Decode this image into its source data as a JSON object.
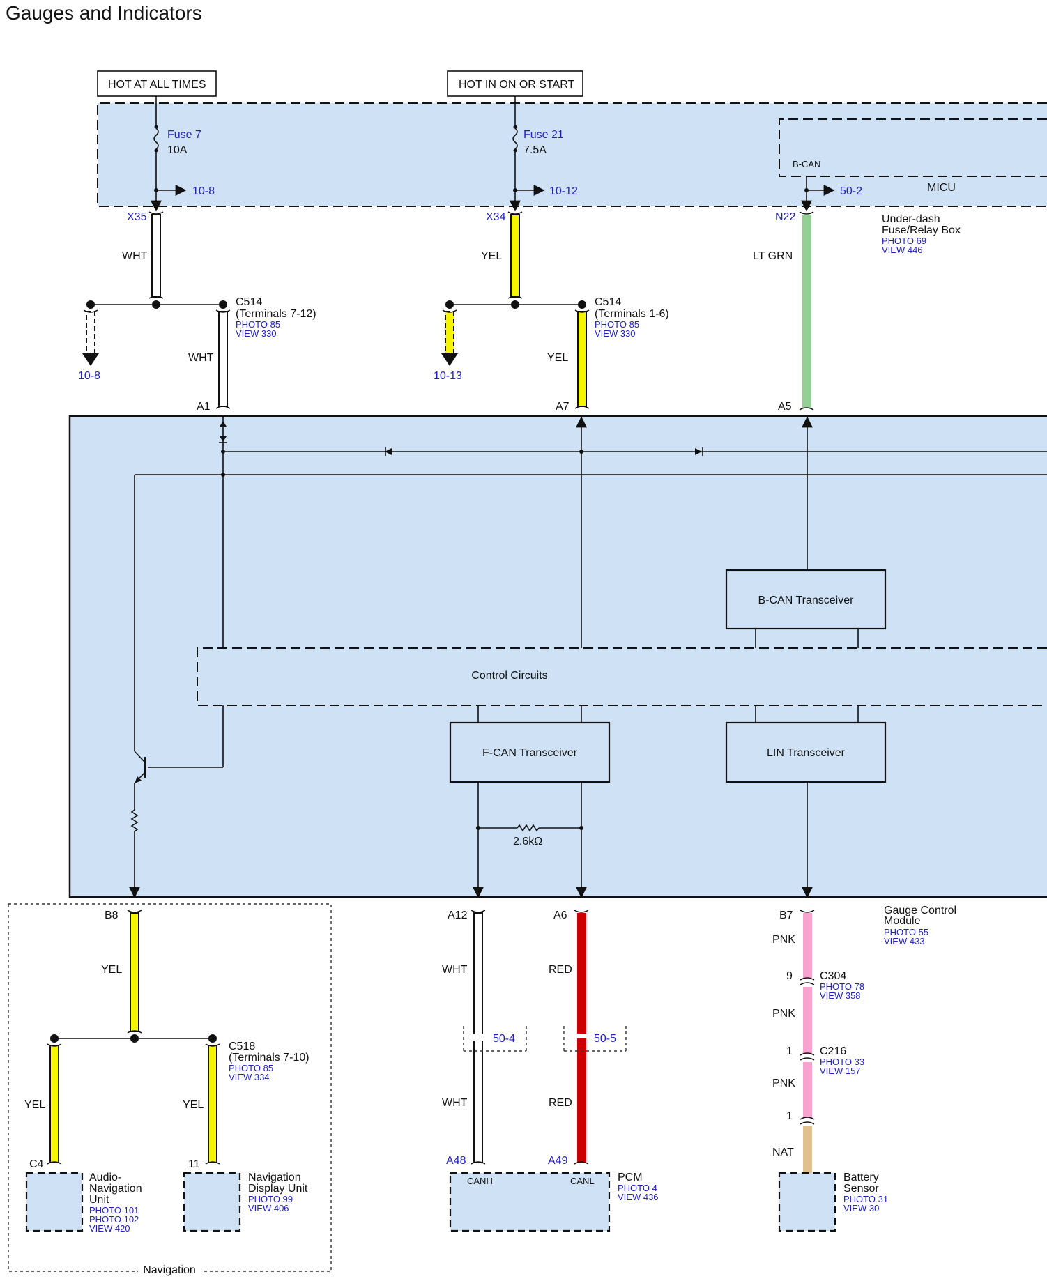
{
  "title": "Gauges and Indicators",
  "power": {
    "hot_at_all_times": "HOT AT ALL TIMES",
    "hot_in_on_or_start": "HOT IN ON OR START"
  },
  "fuse7": {
    "name": "Fuse 7",
    "rating": "10A",
    "ref": "10-8"
  },
  "fuse21": {
    "name": "Fuse 21",
    "rating": "7.5A",
    "ref": "10-12"
  },
  "micu": {
    "name": "MICU",
    "bcan": "B-CAN",
    "ref": "50-2"
  },
  "underdash": {
    "line1": "Under-dash",
    "line2": "Fuse/Relay Box",
    "photo": "PHOTO 69",
    "view": "VIEW 446"
  },
  "terminals": {
    "x35": "X35",
    "x34": "X34",
    "n22": "N22",
    "a1": "A1",
    "a7": "A7",
    "a5": "A5",
    "b8": "B8",
    "a12": "A12",
    "a6": "A6",
    "b7": "B7",
    "c4": "C4",
    "t11": "11",
    "a48": "A48",
    "a49": "A49"
  },
  "wires": {
    "wht": "WHT",
    "yel": "YEL",
    "lt_grn": "LT GRN",
    "red": "RED",
    "pnk": "PNK",
    "nat": "NAT"
  },
  "c514_right": {
    "name": "C514",
    "terms": "(Terminals 7-12)",
    "photo": "PHOTO 85",
    "view": "VIEW 330"
  },
  "c514_left": {
    "name": "C514",
    "terms": "(Terminals 1-6)",
    "photo": "PHOTO 85",
    "view": "VIEW 330"
  },
  "refs": {
    "r10_8": "10-8",
    "r10_13": "10-13",
    "r50_4": "50-4",
    "r50_5": "50-5"
  },
  "module": {
    "bcan": "B-CAN Transceiver",
    "control": "Control Circuits",
    "fcan": "F-CAN Transceiver",
    "lin": "LIN Transceiver",
    "resistor": "2.6kΩ"
  },
  "gauge": {
    "line1": "Gauge Control",
    "line2": "Module",
    "photo": "PHOTO 55",
    "view": "VIEW 433"
  },
  "c304": {
    "pin": "9",
    "name": "C304",
    "photo": "PHOTO 78",
    "view": "VIEW 358"
  },
  "c216": {
    "pin": "1",
    "name": "C216",
    "photo": "PHOTO 33",
    "view": "VIEW 157"
  },
  "sensor_pin": "1",
  "c518": {
    "name": "C518",
    "terms": "(Terminals 7-10)",
    "photo": "PHOTO 85",
    "view": "VIEW 334"
  },
  "audio_nav": {
    "line1": "Audio-",
    "line2": "Navigation",
    "line3": "Unit",
    "photo1": "PHOTO 101",
    "photo2": "PHOTO 102",
    "view": "VIEW 420"
  },
  "nav_display": {
    "line1": "Navigation",
    "line2": "Display Unit",
    "photo": "PHOTO 99",
    "view": "VIEW 406"
  },
  "navigation_group": "Navigation",
  "pcm": {
    "name": "PCM",
    "photo": "PHOTO 4",
    "view": "VIEW 436",
    "canh": "CANH",
    "canl": "CANL"
  },
  "battery": {
    "line1": "Battery",
    "line2": "Sensor",
    "photo": "PHOTO 31",
    "view": "VIEW 30"
  },
  "colors": {
    "panel": "#cfe2f5",
    "yellow": "#f5f500",
    "green": "#94cf94",
    "red": "#cc0000",
    "pink": "#f5a3cf",
    "nat": "#e0c08c",
    "blue_text": "#2222bb"
  }
}
